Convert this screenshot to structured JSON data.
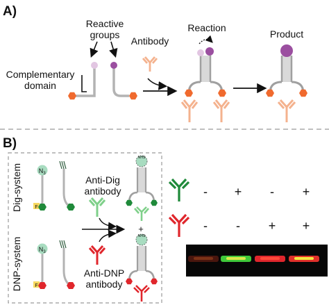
{
  "panel_a": {
    "letter": "A)",
    "reactive_groups": [
      "Reactive",
      "groups"
    ],
    "complementary_domain": [
      "Complementary",
      "domain"
    ],
    "antibody": "Antibody",
    "reaction": "Reaction",
    "product": "Product"
  },
  "panel_b": {
    "letter": "B)",
    "dig_system": "Dig-system",
    "dnp_system": "DNP-system",
    "anti_dig": [
      "Anti-Dig",
      "antibody"
    ],
    "anti_dnp": [
      "Anti-DNP",
      "antibody"
    ],
    "plus_between": "+",
    "n3_label": "N",
    "n3_sub": "3",
    "nhs_label": "NHS",
    "f_label": "F",
    "green_antibody_row": [
      "-",
      "+",
      "-",
      "+"
    ],
    "red_antibody_row": [
      "-",
      "-",
      "+",
      "+"
    ],
    "gel_lanes": [
      "red-faint",
      "yellow-green",
      "red",
      "yellow-red"
    ]
  },
  "colors": {
    "gray": "#b3b3b3",
    "dark_gray": "#8c8c8c",
    "pink_light": "#e2c6e2",
    "purple": "#9b4fa0",
    "orange": "#f06a2e",
    "peach": "#f4b28e",
    "green_dark": "#1f8a3a",
    "green_light": "#7fd08a",
    "red": "#e0262c",
    "mint": "#a8dcc0"
  }
}
